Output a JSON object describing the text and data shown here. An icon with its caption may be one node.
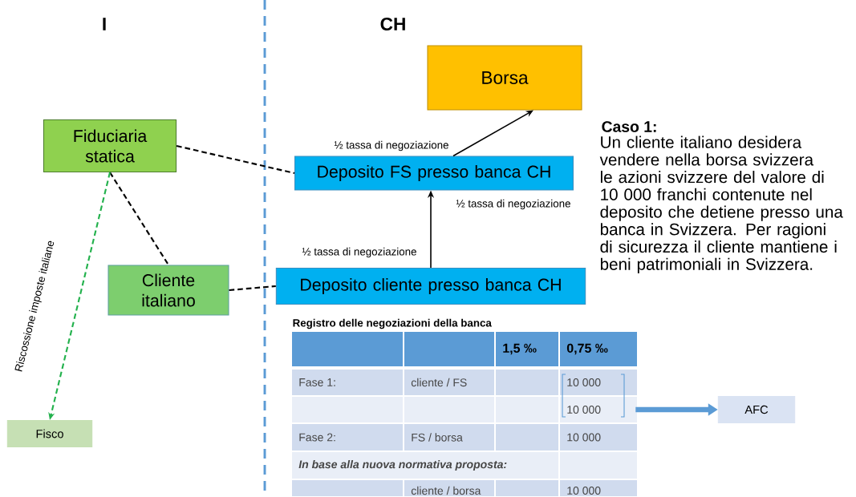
{
  "diagram": {
    "nodes": [
      {
        "text": [
          "Borsa"
        ]
      },
      {
        "text": [
          "Fiduciaria statica"
        ]
      },
      {
        "text": [
          "Deposito FS presso banca CH"
        ]
      },
      {
        "text": [
          "Cliente italiano"
        ]
      },
      {
        "text": [
          "Deposito cliente presso banca CH"
        ]
      },
      {
        "text": [
          "Fisco"
        ]
      },
      {
        "text": [
          "AFC"
        ]
      },
      {
        "text": [],
        "shape": "bracket"
      }
    ],
    "edges": [
      {
        "from": 2,
        "to": 0,
        "arrow": "to",
        "label": "½ tassa di negoziazione"
      },
      {
        "from": 4,
        "to": 2,
        "arrow": "to",
        "label": "½ tassa di negoziazione"
      },
      {
        "from": 1,
        "to": 2,
        "arrow": "none",
        "style": "dashed"
      },
      {
        "from": 1,
        "to": 3,
        "arrow": "none",
        "style": "dashed"
      },
      {
        "from": 3,
        "to": 4,
        "arrow": "none",
        "style": "dashed"
      },
      {
        "from": 1,
        "to": 5,
        "arrow": "to",
        "style": "dashed",
        "color": "#22b14c",
        "label": "Riscossione imposte italiane"
      },
      {
        "from": 7,
        "to": 6,
        "arrow": "to",
        "style": "thick",
        "color": "#5b9bd5"
      }
    ],
    "labels": [
      "I",
      "CH",
      "½ tassa di negoziazione",
      "Caso 1:",
      "Un cliente italiano desidera vendere nella borsa svizzera le azioni svizzere del valore di 10 000 franchi contenute nel deposito che detiene presso una banca in Svizzera. Per ragioni di sicurezza il cliente mantiene i beni patrimoniali in Svizzera.",
      "Registro delle negoziazioni della banca",
      "1,5 ‰",
      "0,75 ‰",
      "Fase 1:",
      "cliente / FS",
      "10 000",
      "10 000",
      "Fase 2:",
      "FS / borsa",
      "10 000",
      "In base alla nuova normativa proposta:",
      "cliente / borsa",
      "10 000"
    ]
  }
}
